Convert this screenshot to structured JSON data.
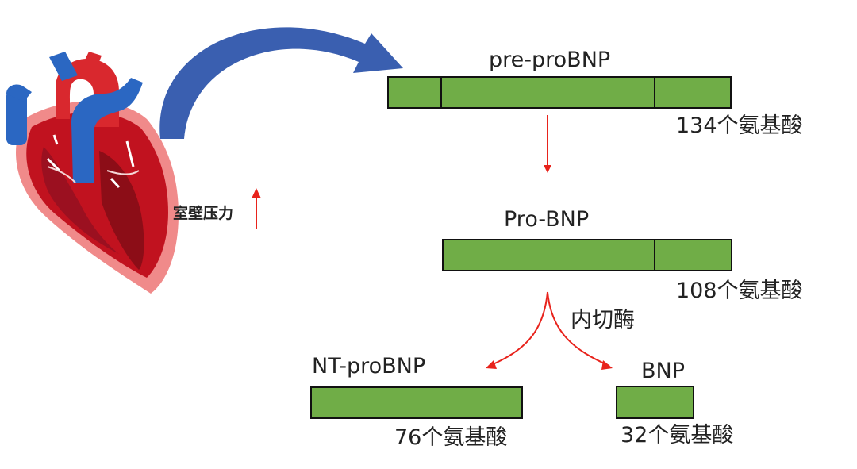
{
  "heart": {
    "pressure_label": "室壁压力"
  },
  "pre_probnp": {
    "title": "pre-proBNP",
    "count": "134个氨基酸"
  },
  "pro_bnp": {
    "title": "Pro-BNP",
    "count": "108个氨基酸"
  },
  "enzyme_label": "内切酶",
  "nt_probnp": {
    "title": "NT-proBNP",
    "count": "76个氨基酸"
  },
  "bnp": {
    "title": "BNP",
    "count": "32个氨基酸"
  },
  "colors": {
    "bar_fill": "#70ad47",
    "bar_stroke": "#111111",
    "arrow_red": "#e8231c",
    "arrow_blue": "#3a5fb0",
    "heart_red": "#d9282e",
    "heart_blue": "#2b67c2"
  }
}
